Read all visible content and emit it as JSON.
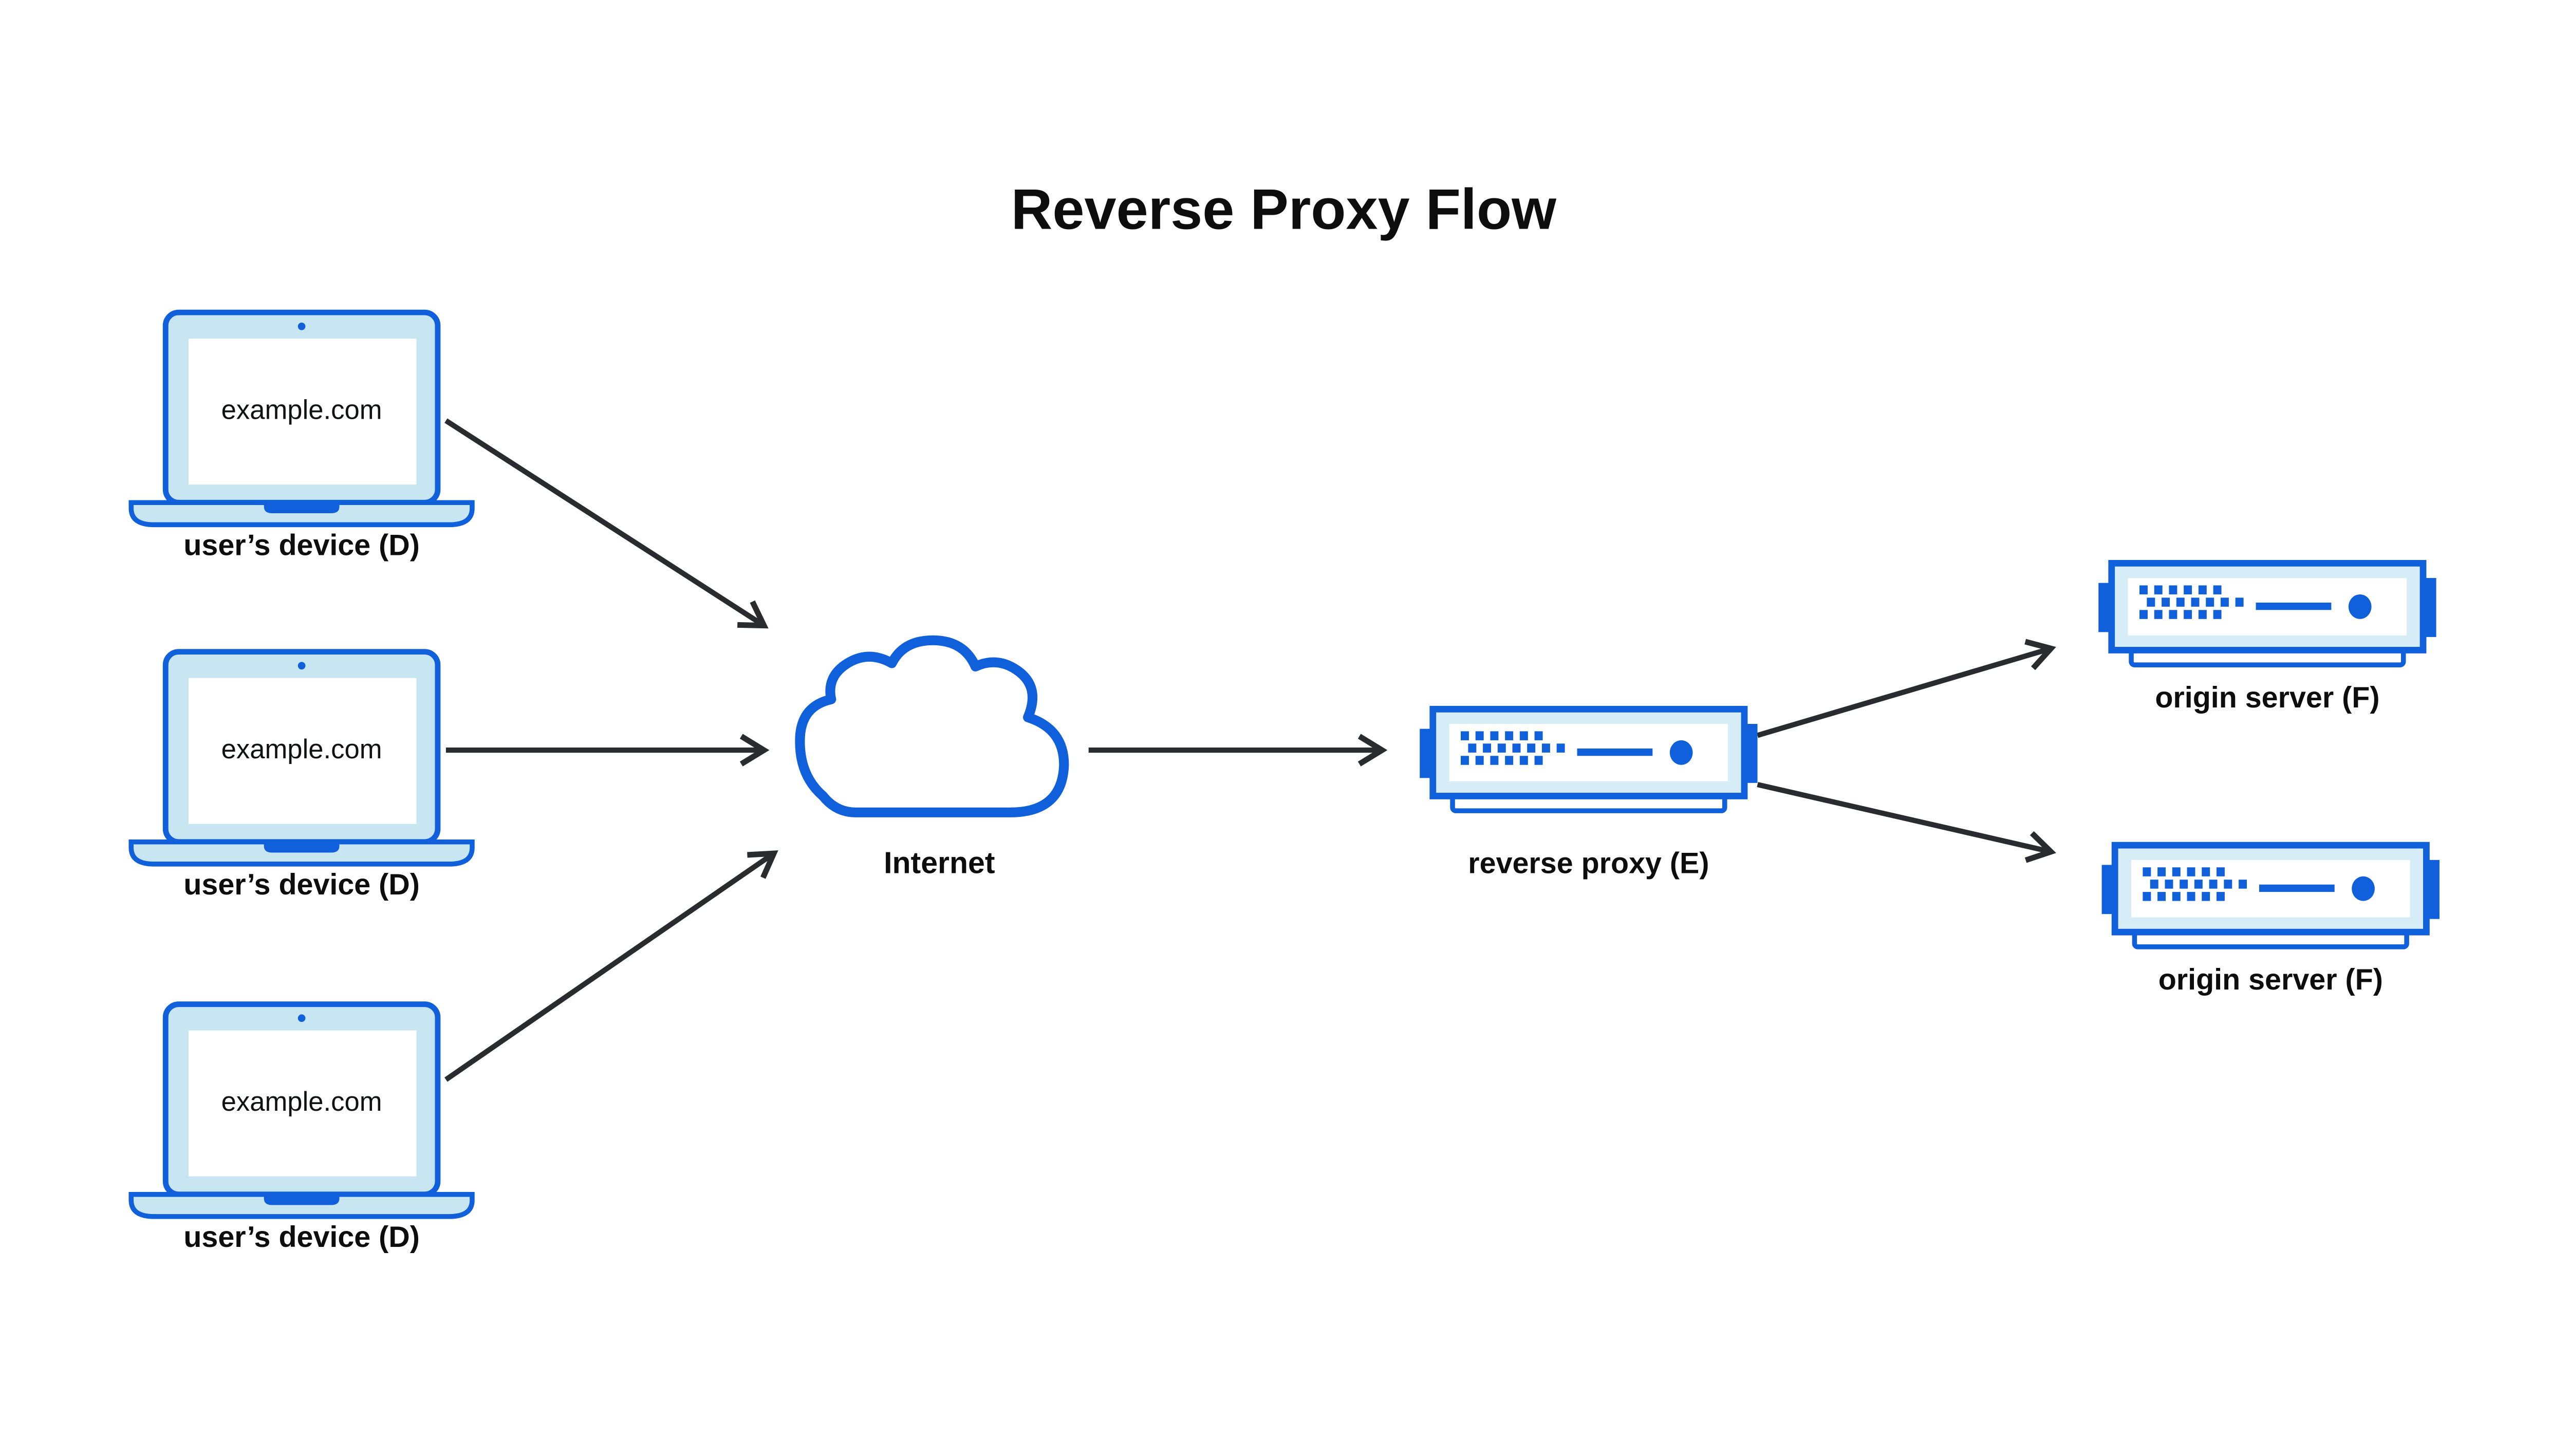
{
  "title": "Reverse Proxy Flow",
  "colors": {
    "accent_blue": "#1160db",
    "laptop_bezel_fill": "#c7e6f2",
    "server_bezel_fill": "#d6ecf7",
    "screen_fill": "#ffffff",
    "arrow": "#2a2b2e",
    "text": "#0d0d0e"
  },
  "devices": [
    {
      "screen_text": "example.com",
      "label": "user’s device (D)"
    },
    {
      "screen_text": "example.com",
      "label": "user’s device (D)"
    },
    {
      "screen_text": "example.com",
      "label": "user’s device (D)"
    }
  ],
  "internet": {
    "label": "Internet"
  },
  "reverse_proxy": {
    "label": "reverse proxy (E)"
  },
  "origin_servers": [
    {
      "label": "origin server (F)"
    },
    {
      "label": "origin server (F)"
    }
  ],
  "icons": {
    "device": "laptop-icon",
    "internet": "cloud-icon",
    "proxy": "server-icon",
    "origin": "server-icon",
    "connector": "arrow-icon"
  }
}
